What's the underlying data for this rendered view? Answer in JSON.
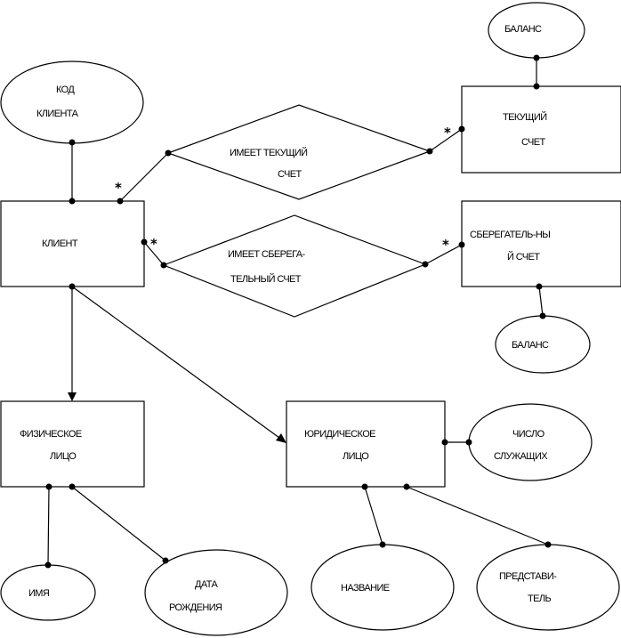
{
  "entities": {
    "client": {
      "label": "КЛИЕНТ"
    },
    "current_account": {
      "line1": "ТЕКУЩИЙ",
      "line2": "СЧЕТ"
    },
    "savings_account": {
      "line1": "СБЕРЕГАТЕЛЬ-НЫ",
      "line2": "Й  СЧЕТ"
    },
    "individual": {
      "line1": "ФИЗИЧЕСКОЕ",
      "line2": "ЛИЦО"
    },
    "legal_entity": {
      "line1": "ЮРИДИЧЕСКОЕ",
      "line2": "ЛИЦО"
    }
  },
  "relationships": {
    "has_current": {
      "line1": "ИМЕЕТ ТЕКУЩИЙ",
      "line2": "СЧЕТ"
    },
    "has_savings": {
      "line1": "ИМЕЕТ СБЕРЕГА-",
      "line2": "ТЕЛЬНЫЙ СЧЕТ"
    }
  },
  "attributes": {
    "client_code": {
      "line1": "КОД",
      "line2": "КЛИЕНТА"
    },
    "balance_current": {
      "line1": "БАЛАНС"
    },
    "balance_savings": {
      "line1": "БАЛАНС"
    },
    "name": {
      "line1": "ИМЯ"
    },
    "birth_date": {
      "line1": "ДАТА",
      "line2": "РОЖДЕНИЯ"
    },
    "org_name": {
      "line1": "НАЗВАНИЕ"
    },
    "representative": {
      "line1": "ПРЕДСТАВИ-",
      "line2": "ТЕЛЬ"
    },
    "employee_count": {
      "line1": "ЧИСЛО",
      "line2": "СЛУЖАЩИХ"
    }
  },
  "cardinality": {
    "many_symbol": "*"
  }
}
